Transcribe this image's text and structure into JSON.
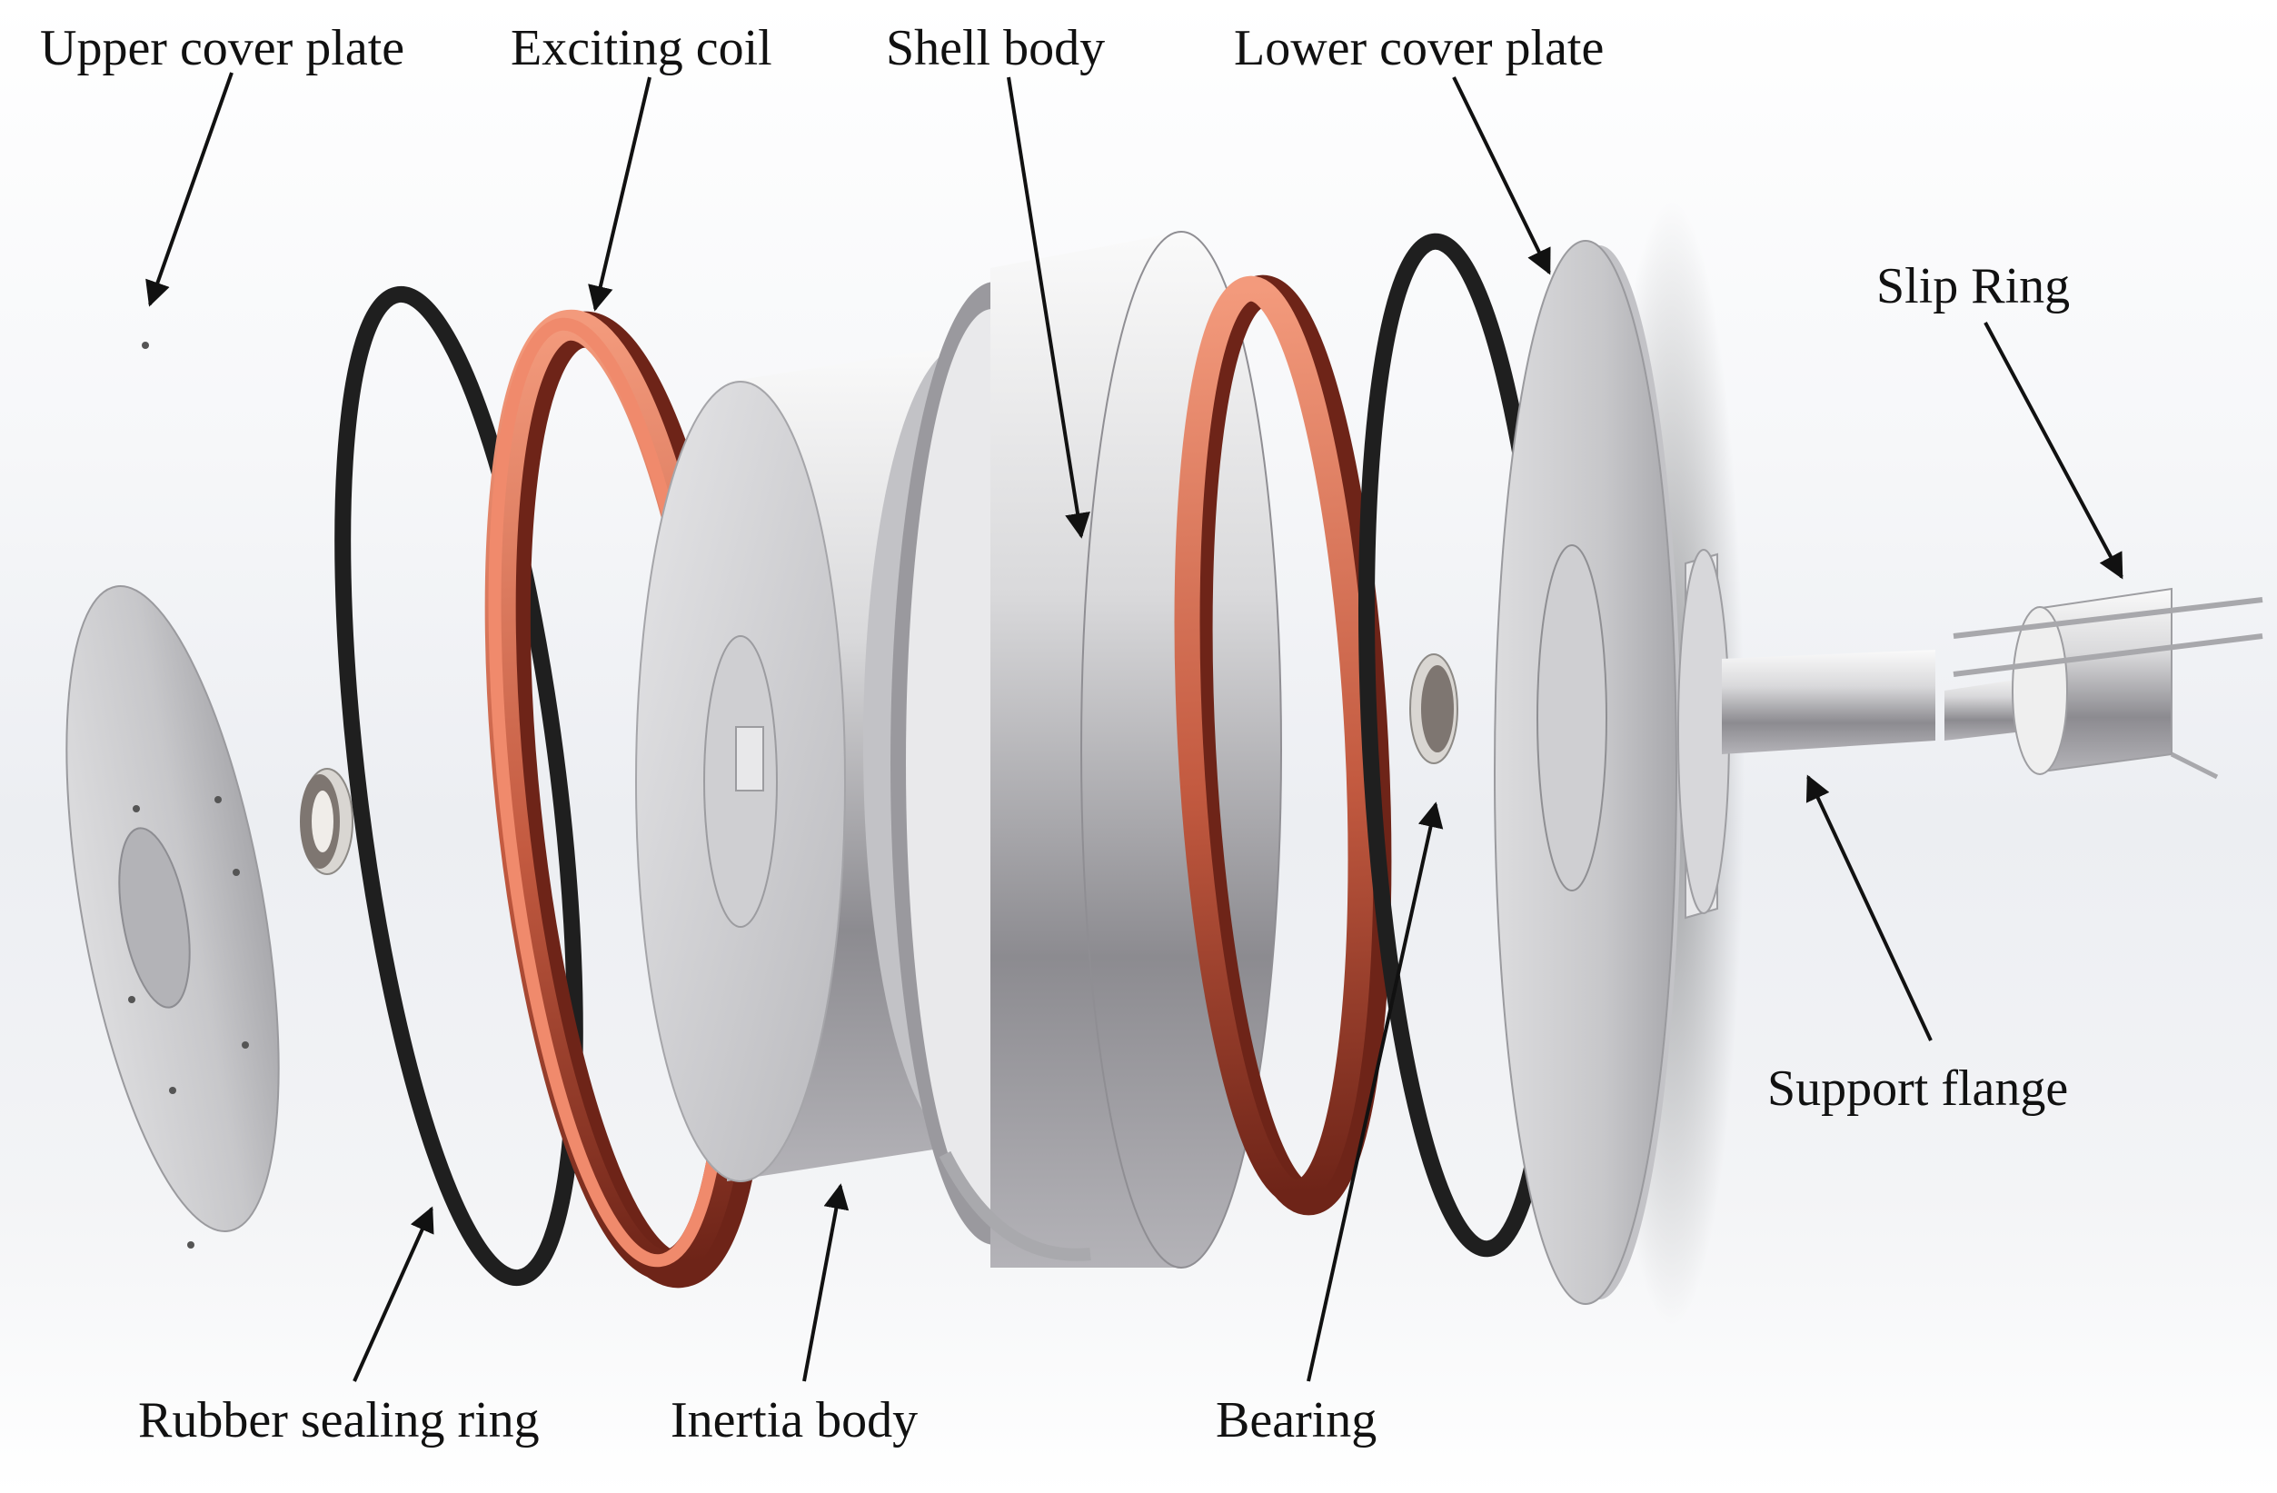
{
  "labels": {
    "upper_cover_plate": "Upper cover plate",
    "exciting_coil": "Exciting coil",
    "shell_body": "Shell body",
    "lower_cover_plate": "Lower cover plate",
    "slip_ring": "Slip Ring",
    "support_flange": "Support flange",
    "rubber_sealing_ring": "Rubber sealing ring",
    "inertia_body": "Inertia body",
    "bearing": "Bearing"
  },
  "colors": {
    "coil": "#f08a6c",
    "coil_dark": "#7a2a1c",
    "rubber": "#1f1f1f",
    "metal_light": "#f2f2f2",
    "metal_mid": "#c9c9cc",
    "metal_dark": "#8e8d92",
    "arrow": "#111111"
  }
}
